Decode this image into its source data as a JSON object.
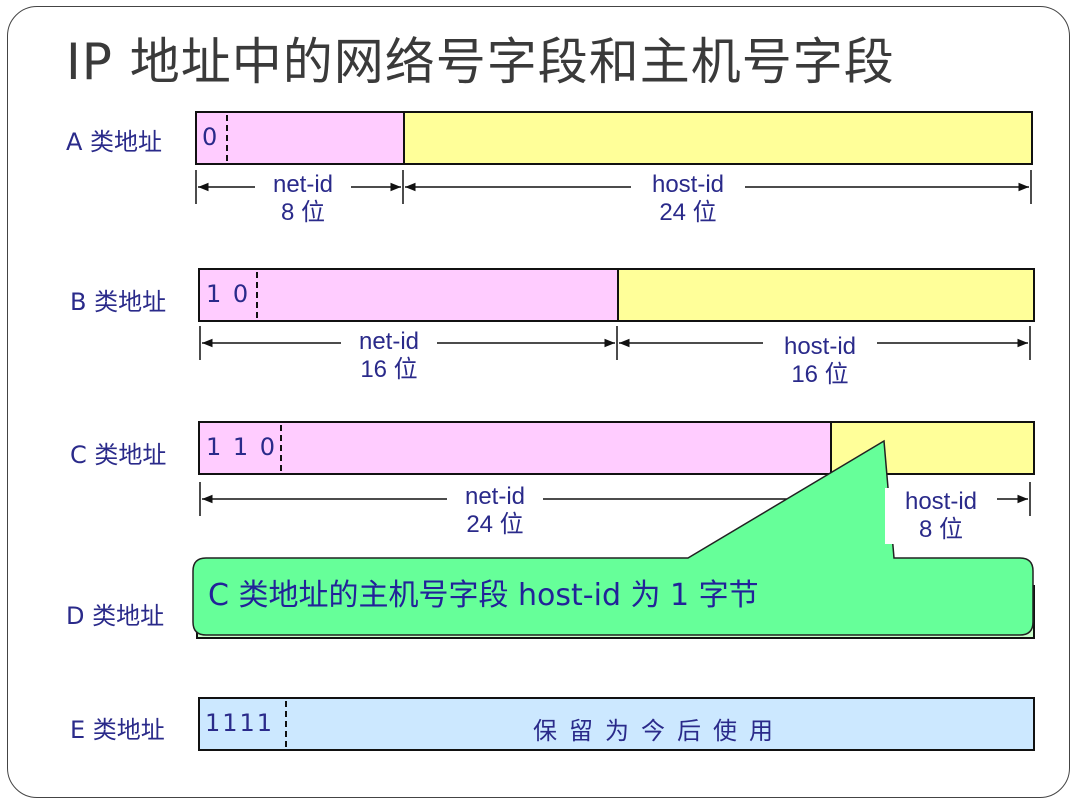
{
  "title": "IP 地址中的网络号字段和主机号字段",
  "rows": [
    {
      "class_label": "A 类地址",
      "bits": "0",
      "net_id": "net-id",
      "net_bits": "8 位",
      "host_id": "host-id",
      "host_bits": "24 位"
    },
    {
      "class_label": "B 类地址",
      "bits": "1 0",
      "net_id": "net-id",
      "net_bits": "16 位",
      "host_id": "host-id",
      "host_bits": "16 位"
    },
    {
      "class_label": "C 类地址",
      "bits": "1 1 0",
      "net_id": "net-id",
      "net_bits": "24 位",
      "host_id": "host-id",
      "host_bits": "8 位"
    },
    {
      "class_label": "D 类地址"
    },
    {
      "class_label": "E 类地址",
      "bits": "1111",
      "reserved": "保留为今后使用"
    }
  ],
  "callout": "C 类地址的主机号字段 host-id 为 1 字节",
  "colors": {
    "net": "#ffccff",
    "host": "#ffff99",
    "reserved": "#cce8ff",
    "callout": "#66ff99",
    "text": "#2a2a8a"
  }
}
